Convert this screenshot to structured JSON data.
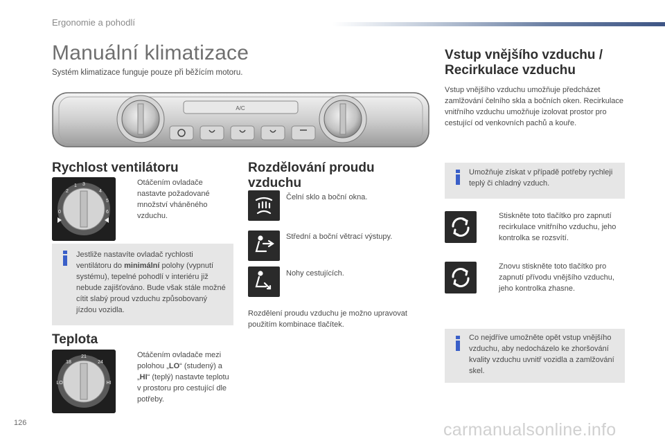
{
  "header": {
    "section": "Ergonomie a pohodlí"
  },
  "page": {
    "title": "Manuální klimatizace",
    "subtitle": "Systém klimatizace funguje pouze při běžícím motoru.",
    "number": "126"
  },
  "panel": {
    "ac_label": "A/C"
  },
  "fan": {
    "heading": "Rychlost ventilátoru",
    "bullet": "Otáčením ovladače nastavte požadované množství vháněného vzduchu.",
    "info_pre": "Jestliže nastavíte ovladač rychlosti ventilátoru do ",
    "info_bold": "minimální",
    "info_post": " polohy (vypnutí systému), tepelné pohodlí v interiéru již nebude zajišťováno. Bude však stále možné cítit slabý proud vzduchu způsobovaný jízdou vozidla.",
    "dial_labels": [
      "1",
      "2",
      "3",
      "4",
      "5",
      "6",
      "0"
    ]
  },
  "temp": {
    "heading": "Teplota",
    "b_pre": "Otáčením ovladače mezi polohou „",
    "b_lo": "LO",
    "b_mid": "“ (studený) a „",
    "b_hi": "HI",
    "b_post": "“ (teplý) nastavte teplotu v prostoru pro cestující dle potřeby.",
    "dial_labels": [
      "18",
      "21",
      "24",
      "LO",
      "HI"
    ]
  },
  "dist": {
    "heading_line1": "Rozdělování proudu",
    "heading_line2": "vzduchu",
    "items": [
      "Čelní sklo a boční okna.",
      "Střední a boční větrací výstupy.",
      "Nohy cestujících."
    ],
    "footer": "Rozdělení proudu vzduchu je možno upravovat použitím kombinace tlačítek."
  },
  "recirc": {
    "heading_line1": "Vstup vnějšího vzduchu /",
    "heading_line2": "Recirkulace vzduchu",
    "intro": "Vstup vnějšího vzduchu umožňuje předcházet zamlžování čelního skla a bočních oken. Recirkulace vnitřního vzduchu umožňuje izolovat prostor pro cestující od venkovních pachů a kouře.",
    "info1": "Umožňuje získat v případě potřeby rychleji teplý či chladný vzduch.",
    "bullet1": "Stiskněte toto tlačítko pro zapnutí recirkulace vnitřního vzduchu, jeho kontrolka se rozsvítí.",
    "bullet2": "Znovu stiskněte toto tlačítko pro zapnutí přívodu vnějšího vzduchu, jeho kontrolka zhasne.",
    "info2": "Co nejdříve umožněte opět vstup vnějšího vzduchu, aby nedocházelo ke zhoršování kvality vzduchu uvnitř vozidla a zamlžování skel."
  },
  "bullet_glyph": "",
  "watermark": "carmanualsonline.info",
  "colors": {
    "info_blue": "#3a5fc8",
    "info_box": "#e6e6e6",
    "header_bar": "#3e5585"
  }
}
